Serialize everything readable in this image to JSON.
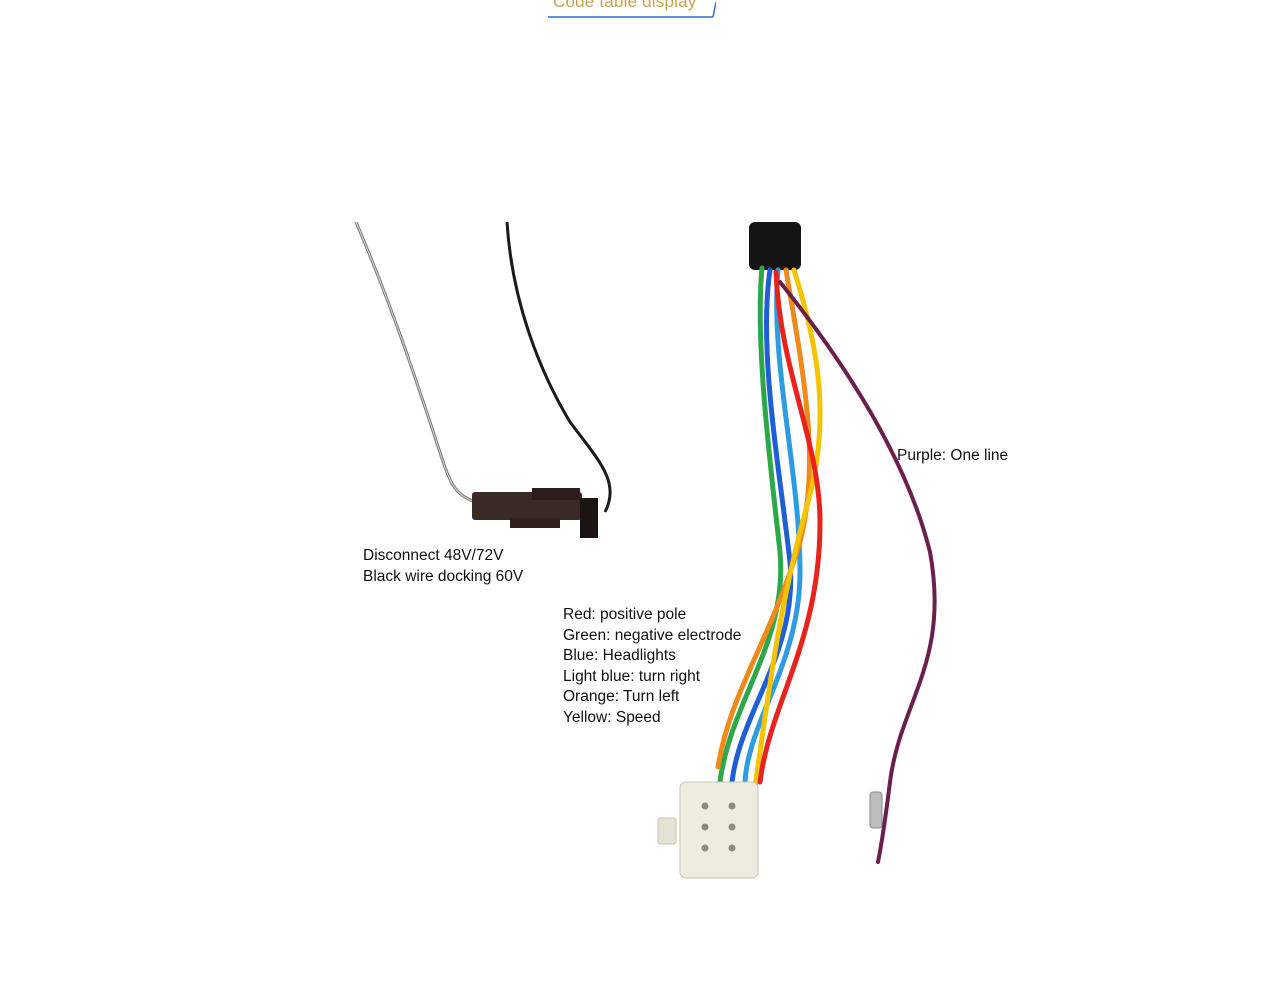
{
  "header": {
    "title": "Code table display",
    "accent_color": "#c9a34a",
    "underline_color": "#2a6fdb"
  },
  "annotations": {
    "voltage": {
      "lines": [
        "Disconnect 48V/72V",
        "Black wire docking 60V"
      ]
    },
    "purple": "Purple: One line",
    "colors": {
      "lines": [
        "Red: positive pole",
        "Green: negative electrode",
        "Blue: Headlights",
        "Light blue: turn right",
        "Orange: Turn left",
        "Yellow: Speed"
      ]
    }
  },
  "wire_colors": {
    "red": "#e8231d",
    "green": "#2ca84a",
    "blue": "#1f5fd6",
    "light_blue": "#2f9be0",
    "orange": "#f08a1c",
    "yellow": "#f5c400",
    "purple": "#6b1f4c",
    "black": "#1a1a1a",
    "grey": "#6a6a6a"
  }
}
